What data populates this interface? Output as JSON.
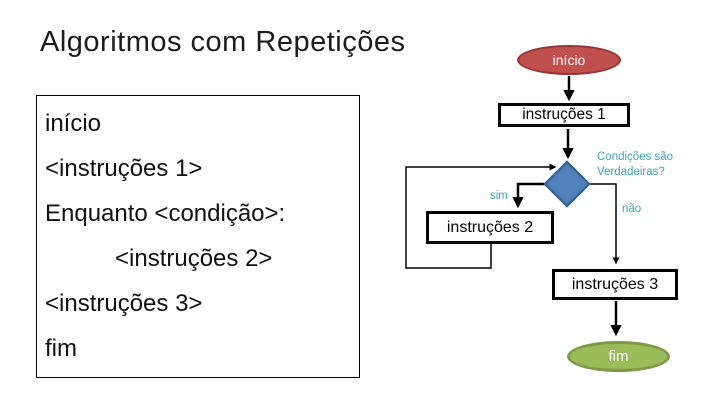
{
  "slide": {
    "title": "Algoritmos com Repetições",
    "background_color": "#FFFFFF"
  },
  "pseudocode": {
    "lines": [
      "início",
      "<instruções 1>",
      "Enquanto <condição>:",
      "<instruções 2>",
      "<instruções 3>",
      "fim"
    ]
  },
  "flowchart": {
    "start": {
      "label": "início",
      "fill": "#C0504D",
      "stroke": "#953735"
    },
    "process1": {
      "label": "instruções 1"
    },
    "decision": {
      "question_line1": "Condições são",
      "question_line2": "Verdadeiras?",
      "fill": "#4F81BD",
      "stroke": "#3A6791"
    },
    "edge_yes_label": "sim",
    "edge_no_label": "não",
    "process2": {
      "label": "instruções 2"
    },
    "process3": {
      "label": "instruções 3"
    },
    "end": {
      "label": "fim",
      "fill": "#9BBB59",
      "stroke": "#7E9A48"
    },
    "edge_label_color": "#41A0C3"
  }
}
